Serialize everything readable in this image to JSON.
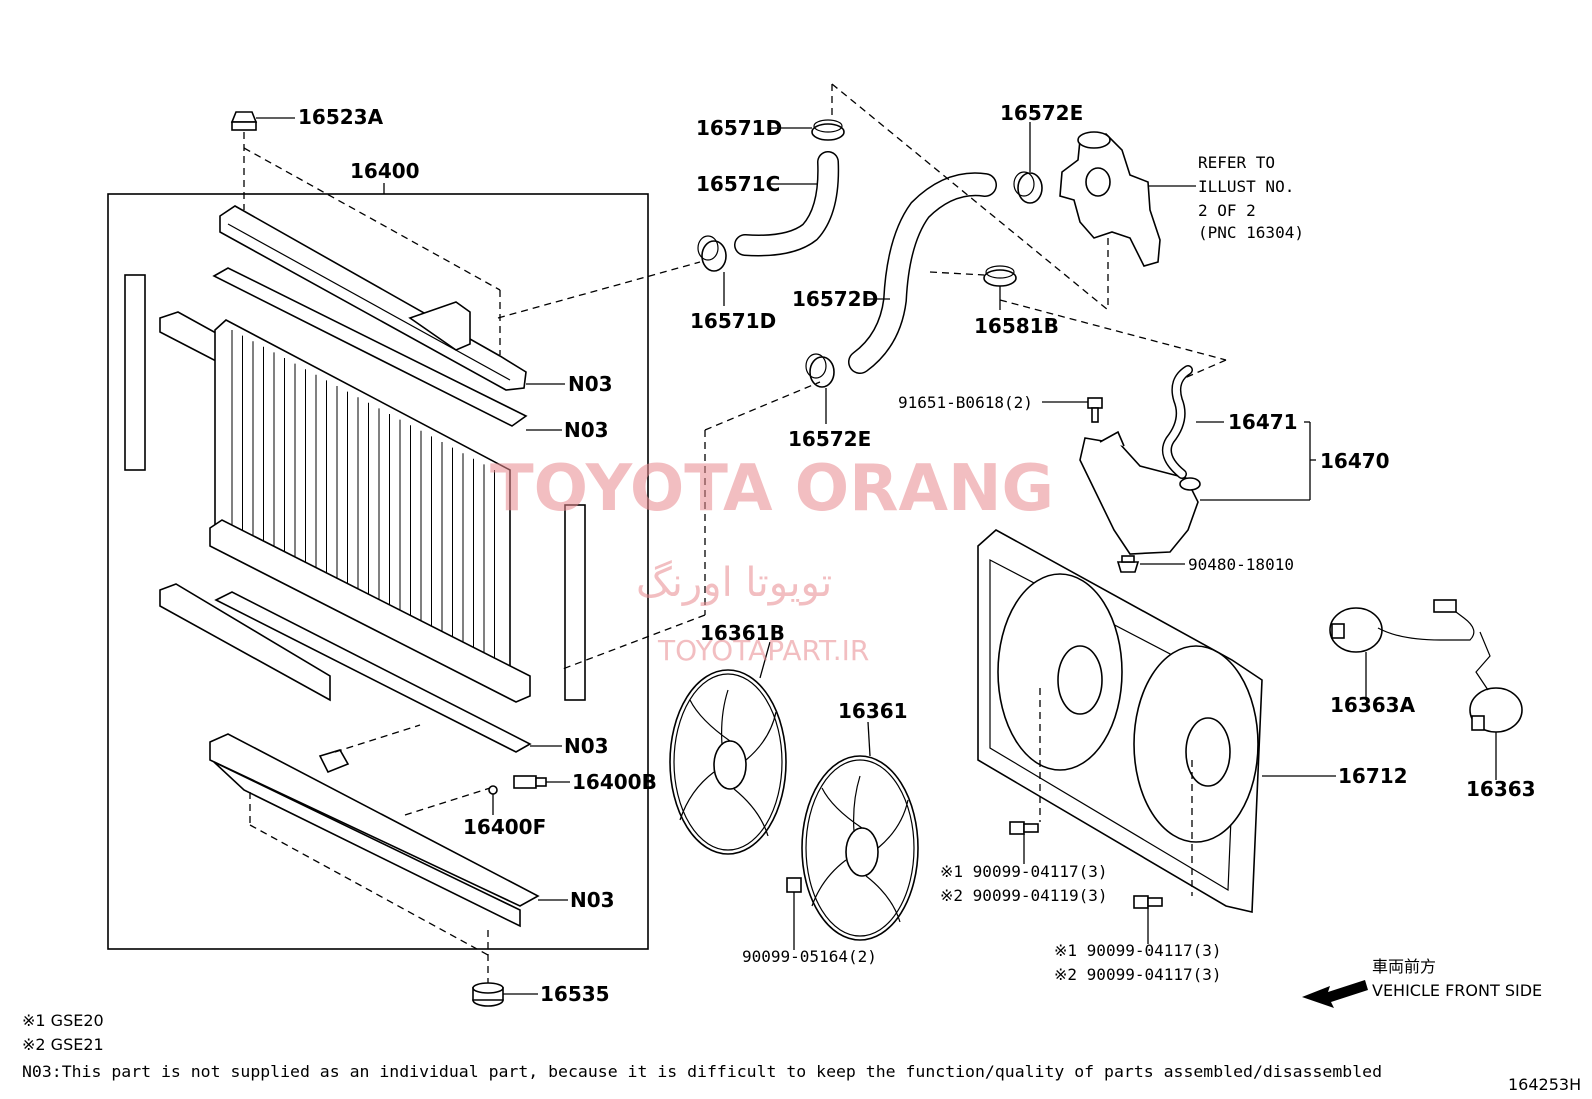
{
  "labels": {
    "p16523A": "16523A",
    "p16400": "16400",
    "p16571D_top": "16571D",
    "p16571C": "16571C",
    "p16571D_bot": "16571D",
    "p16572E_top": "16572E",
    "p16572D": "16572D",
    "p16581B": "16581B",
    "p16572E_bot": "16572E",
    "p91651": "91651-B0618(2)",
    "p16471": "16471",
    "p16470": "16470",
    "p90480": "90480-18010",
    "p16361B": "16361B",
    "p16361": "16361",
    "p16363A": "16363A",
    "p16712": "16712",
    "p16363": "16363",
    "n03_1": "N03",
    "n03_2": "N03",
    "n03_3": "N03",
    "n03_4": "N03",
    "p16400B": "16400B",
    "p16400F": "16400F",
    "p16535": "16535",
    "p90099_05164": "90099-05164(2)",
    "p90099_a1": "※1 90099-04117(3)",
    "p90099_a2": "※2 90099-04119(3)",
    "p90099_b1": "※1 90099-04117(3)",
    "p90099_b2": "※2 90099-04117(3)"
  },
  "refer": {
    "line1": "REFER TO",
    "line2": "ILLUST NO.",
    "line3": "2 OF 2",
    "line4": "(PNC 16304)"
  },
  "direction": {
    "jp": "車両前方",
    "en": "VEHICLE FRONT SIDE"
  },
  "watermark": {
    "line1": "TOYOTA ORANG",
    "line2": "تویوتا اورنگ",
    "line3": "TOYOTAPART.IR"
  },
  "notes": {
    "note1": "※1 GSE20",
    "note2": "※2 GSE21",
    "note3": "N03:This part is not supplied as an individual part, because it is difficult to keep the function/quality of parts assembled/disassembled"
  },
  "illustration_id": "164253H",
  "colors": {
    "watermark": "#e98a8f",
    "line": "#000000"
  }
}
